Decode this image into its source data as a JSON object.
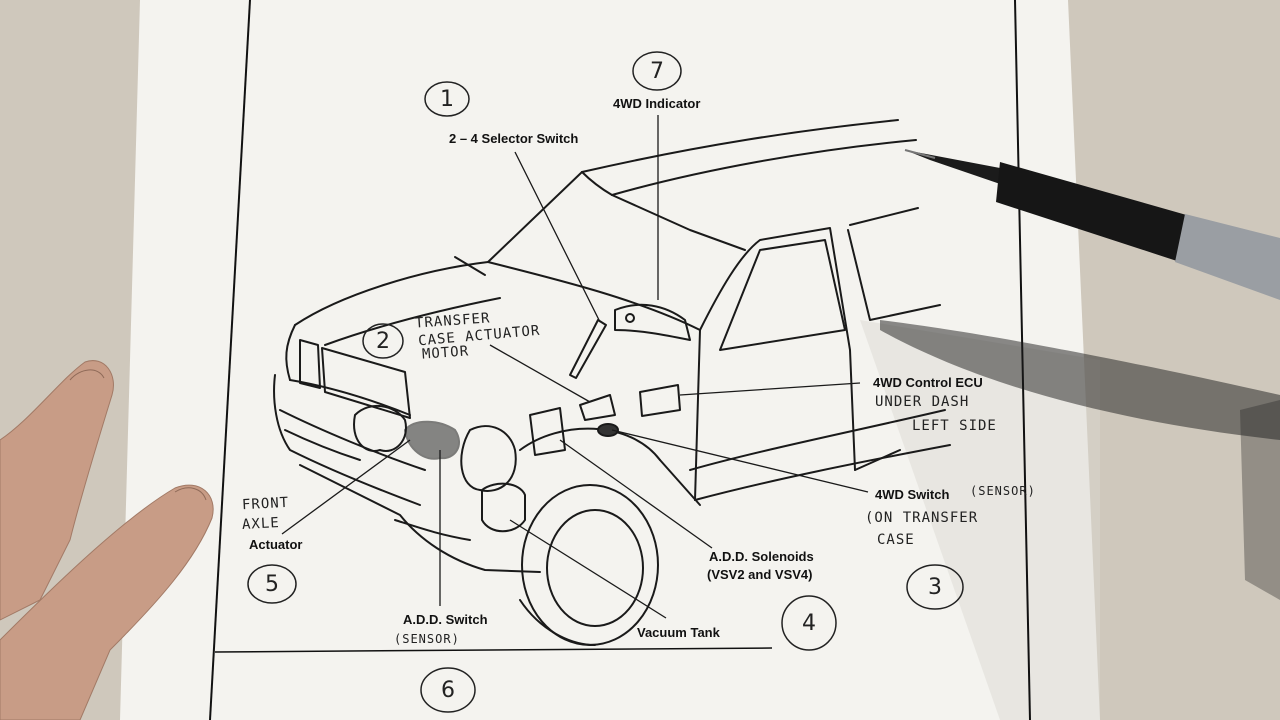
{
  "printed_labels": {
    "selector_switch": "2 – 4 Selector Switch",
    "indicator": "4WD Indicator",
    "control_ecu": "4WD Control ECU",
    "switch_4wd": "4WD Switch",
    "add_solenoids_line1": "A.D.D. Solenoids",
    "add_solenoids_line2": "(VSV2 and VSV4)",
    "vacuum_tank": "Vacuum Tank",
    "add_switch": "A.D.D. Switch",
    "actuator": "Actuator"
  },
  "handwritten_notes": {
    "transfer_line1": "TRANSFER",
    "transfer_line2": "CASE ACTUATOR",
    "transfer_line3": "MOTOR",
    "under_dash": "UNDER DASH",
    "left_side": "LEFT SIDE",
    "sensor_a": "(SENSOR)",
    "on_transfer": "(ON TRANSFER",
    "case": "CASE",
    "front": "FRONT",
    "axle": "AXLE",
    "sensor_b": "(SENSOR)"
  },
  "circled_numbers": [
    "1",
    "2",
    "3",
    "4",
    "5",
    "6",
    "7"
  ],
  "colors": {
    "background": "#cfc8bc",
    "paper": "#f4f3ef",
    "ink": "#1a1a1a",
    "pen_body": "#1b1b1b",
    "pen_grip": "#9a9ea3",
    "skin": "#c89c86"
  }
}
